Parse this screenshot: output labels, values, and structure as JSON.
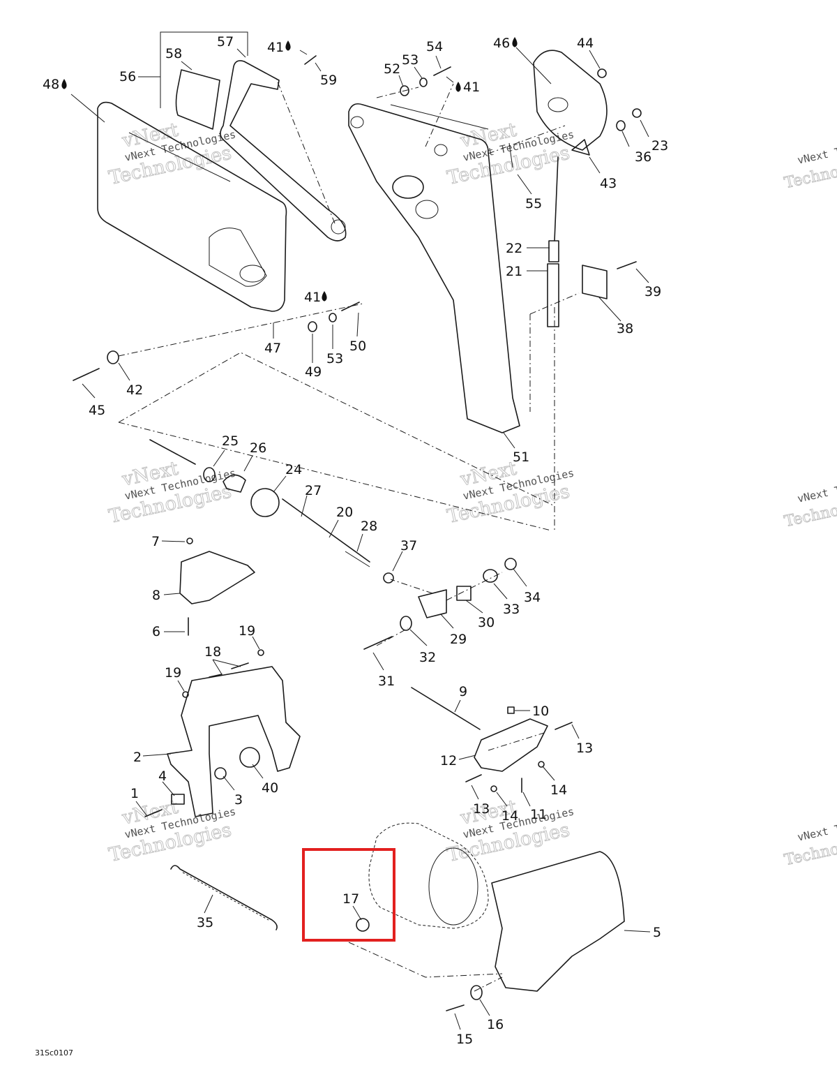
{
  "figure_code": "31Sc0107",
  "highlight": {
    "label": "17",
    "color": "#e2201f"
  },
  "watermark": {
    "line1": "vNext Technologies",
    "line2": "Technologies",
    "line3": "vNext"
  },
  "callouts": [
    {
      "id": "1",
      "text": "1"
    },
    {
      "id": "2",
      "text": "2"
    },
    {
      "id": "3",
      "text": "3"
    },
    {
      "id": "4",
      "text": "4"
    },
    {
      "id": "5",
      "text": "5"
    },
    {
      "id": "6",
      "text": "6"
    },
    {
      "id": "7",
      "text": "7"
    },
    {
      "id": "8",
      "text": "8"
    },
    {
      "id": "9",
      "text": "9"
    },
    {
      "id": "10",
      "text": "10"
    },
    {
      "id": "11",
      "text": "11"
    },
    {
      "id": "12",
      "text": "12"
    },
    {
      "id": "13a",
      "text": "13"
    },
    {
      "id": "13b",
      "text": "13"
    },
    {
      "id": "14a",
      "text": "14"
    },
    {
      "id": "14b",
      "text": "14"
    },
    {
      "id": "15",
      "text": "15"
    },
    {
      "id": "16",
      "text": "16"
    },
    {
      "id": "17",
      "text": "17"
    },
    {
      "id": "18",
      "text": "18"
    },
    {
      "id": "19a",
      "text": "19"
    },
    {
      "id": "19b",
      "text": "19"
    },
    {
      "id": "20",
      "text": "20"
    },
    {
      "id": "21",
      "text": "21"
    },
    {
      "id": "22",
      "text": "22"
    },
    {
      "id": "23",
      "text": "23"
    },
    {
      "id": "24",
      "text": "24"
    },
    {
      "id": "25",
      "text": "25"
    },
    {
      "id": "26",
      "text": "26"
    },
    {
      "id": "27",
      "text": "27"
    },
    {
      "id": "28",
      "text": "28"
    },
    {
      "id": "29",
      "text": "29"
    },
    {
      "id": "30",
      "text": "30"
    },
    {
      "id": "31",
      "text": "31"
    },
    {
      "id": "32",
      "text": "32"
    },
    {
      "id": "33",
      "text": "33"
    },
    {
      "id": "34",
      "text": "34"
    },
    {
      "id": "35",
      "text": "35"
    },
    {
      "id": "36",
      "text": "36"
    },
    {
      "id": "37",
      "text": "37"
    },
    {
      "id": "38",
      "text": "38"
    },
    {
      "id": "39",
      "text": "39"
    },
    {
      "id": "40",
      "text": "40"
    },
    {
      "id": "41a",
      "text": "41"
    },
    {
      "id": "41b",
      "text": "41"
    },
    {
      "id": "41c",
      "text": "41"
    },
    {
      "id": "42",
      "text": "42"
    },
    {
      "id": "43",
      "text": "43"
    },
    {
      "id": "44",
      "text": "44"
    },
    {
      "id": "45",
      "text": "45"
    },
    {
      "id": "46",
      "text": "46"
    },
    {
      "id": "47",
      "text": "47"
    },
    {
      "id": "48",
      "text": "48"
    },
    {
      "id": "49",
      "text": "49"
    },
    {
      "id": "50",
      "text": "50"
    },
    {
      "id": "51",
      "text": "51"
    },
    {
      "id": "52",
      "text": "52"
    },
    {
      "id": "53a",
      "text": "53"
    },
    {
      "id": "53b",
      "text": "53"
    },
    {
      "id": "54",
      "text": "54"
    },
    {
      "id": "55",
      "text": "55"
    },
    {
      "id": "56",
      "text": "56"
    },
    {
      "id": "57",
      "text": "57"
    },
    {
      "id": "58",
      "text": "58"
    },
    {
      "id": "59",
      "text": "59"
    }
  ]
}
